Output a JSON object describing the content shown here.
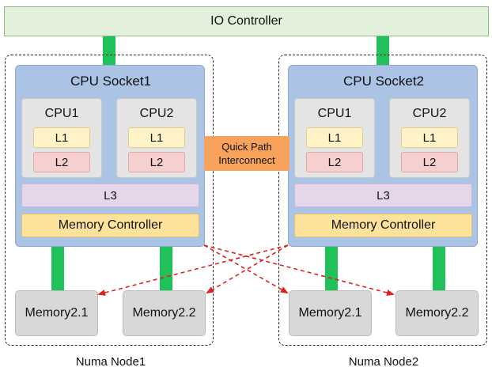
{
  "io_controller": "IO Controller",
  "qpi": {
    "line1": "Quick Path",
    "line2": "Interconnect"
  },
  "nodes": [
    {
      "label": "Numa Node1",
      "socket": "CPU Socket1",
      "cpus": [
        {
          "name": "CPU1",
          "l1": "L1",
          "l2": "L2"
        },
        {
          "name": "CPU2",
          "l1": "L1",
          "l2": "L2"
        }
      ],
      "l3": "L3",
      "memory_controller": "Memory Controller",
      "memories": [
        "Memory2.1",
        "Memory2.2"
      ]
    },
    {
      "label": "Numa Node2",
      "socket": "CPU Socket2",
      "cpus": [
        {
          "name": "CPU1",
          "l1": "L1",
          "l2": "L2"
        },
        {
          "name": "CPU2",
          "l1": "L1",
          "l2": "L2"
        }
      ],
      "l3": "L3",
      "memory_controller": "Memory Controller",
      "memories": [
        "Memory2.1",
        "Memory2.2"
      ]
    }
  ],
  "colors": {
    "bus": "#20c05a",
    "cross_access_arrow": "#e02020",
    "qpi": "#f7a35c"
  }
}
